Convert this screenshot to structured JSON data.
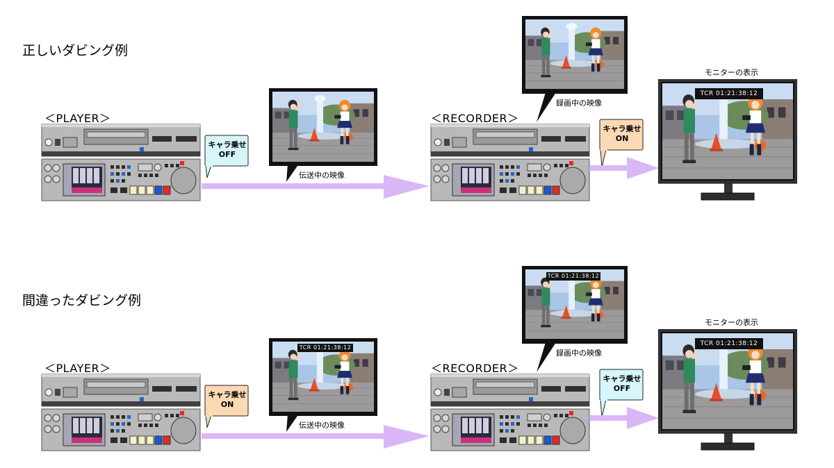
{
  "sections": [
    {
      "title": "正しいダビング例",
      "player_label": "＜PLAYER＞",
      "recorder_label": "＜RECORDER＞",
      "player_bubble": {
        "line1": "キャラ乗せ",
        "line2": "OFF"
      },
      "recorder_bubble": {
        "line1": "キャラ乗せ",
        "line2": "ON"
      },
      "transfer_caption": "伝送中の映像",
      "recording_caption": "録画中の映像",
      "monitor_caption": "モニターの表示",
      "transfer_tcr": "",
      "recording_tcr": "",
      "monitor_tcr": "TCR  01:21:38:12"
    },
    {
      "title": "間違ったダビング例",
      "player_label": "＜PLAYER＞",
      "recorder_label": "＜RECORDER＞",
      "player_bubble": {
        "line1": "キャラ乗せ",
        "line2": "ON"
      },
      "recorder_bubble": {
        "line1": "キャラ乗せ",
        "line2": "OFF"
      },
      "transfer_caption": "伝送中の映像",
      "recording_caption": "録画中の映像",
      "monitor_caption": "モニターの表示",
      "transfer_tcr": "TCR  01:21:38:12",
      "recording_tcr": "TCR  01:21:38:12",
      "monitor_tcr": "TCR  01:21:38:12"
    }
  ],
  "colors": {
    "bubble_off": "#d6f6fb",
    "bubble_on": "#fcd9b5",
    "arrow": "#d9b7f6",
    "deck_gray": "#b9b9b9",
    "screen_frame": "#111111",
    "monitor_bezel": "#333333"
  },
  "icons": [
    "vcr-deck-icon",
    "tv-monitor-icon",
    "scene-image-icon"
  ]
}
